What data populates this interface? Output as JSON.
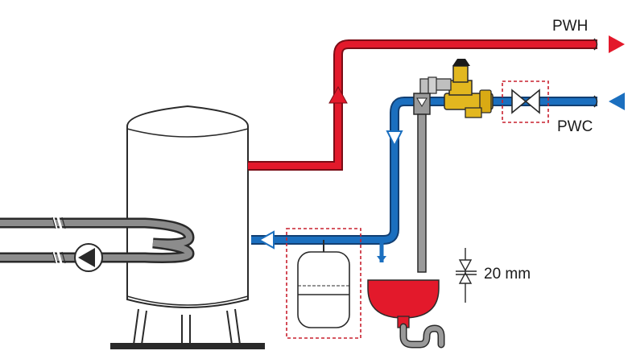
{
  "labels": {
    "pwh": "PWH",
    "pwc": "PWC",
    "gap": "20 mm"
  },
  "colors": {
    "hot": "#e3192b",
    "cold": "#1b6fbf",
    "grey_pipe": "#8c8c8c",
    "outline": "#2a2a2a",
    "valve_brass": "#e2b71f",
    "dash_box": "#c8202e"
  },
  "icons": {
    "pump": "pump-icon",
    "check_valve": "check-valve-icon",
    "safety_valve": "safety-valve-group-icon",
    "expansion_vessel": "expansion-vessel-icon",
    "funnel": "drain-funnel-icon",
    "trap": "siphon-trap-icon"
  }
}
